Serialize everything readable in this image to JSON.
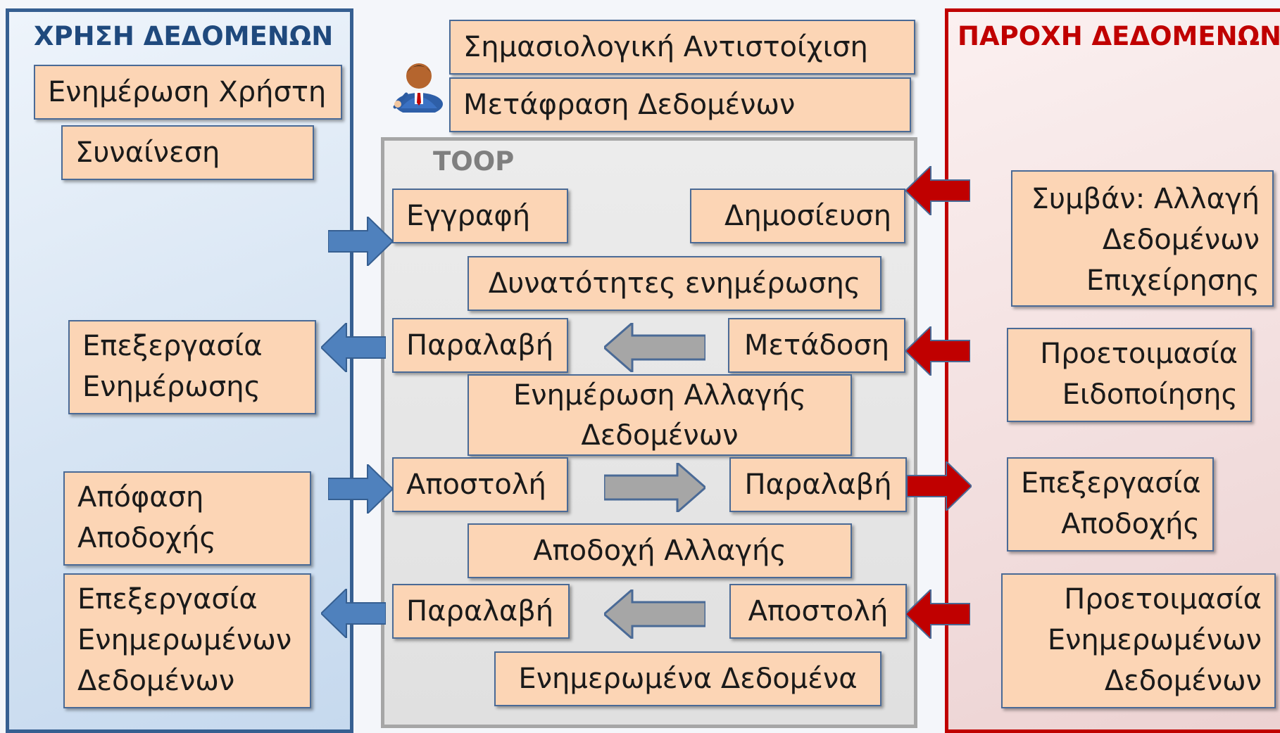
{
  "left_panel": {
    "title": "ΧΡΗΣΗ ΔΕΔΟΜΕΝΩΝ",
    "user_update": "Ενημέρωση Χρήστη",
    "consent": "Συναίνεση",
    "process_update": [
      "Επεξεργασία",
      "Ενημέρωσης"
    ],
    "acceptance_decision": [
      "Απόφαση",
      "Αποδοχής"
    ],
    "process_updated_data": [
      "Επεξεργασία",
      "Ενημερωμένων",
      "Δεδομένων"
    ]
  },
  "top": {
    "semantic_mapping": "Σημασιολογική Αντιστοίχιση",
    "data_translation": "Μετάφραση Δεδομένων"
  },
  "middle_panel": {
    "title": "TOOP",
    "registration": "Εγγραφή",
    "publication": "Δημοσίευση",
    "update_capabilities": "Δυνατότητες ενημέρωσης",
    "receive_1": "Παραλαβή",
    "transmission": "Μετάδοση",
    "data_change_update": [
      "Ενημέρωση Αλλαγής",
      "Δεδομένων"
    ],
    "send_1": "Αποστολή",
    "receive_2": "Παραλαβή",
    "change_acceptance": "Αποδοχή Αλλαγής",
    "receive_3": "Παραλαβή",
    "send_2": "Αποστολή",
    "updated_data": "Ενημερωμένα Δεδομένα"
  },
  "right_panel": {
    "title": "ΠΑΡΟΧΗ ΔΕΔΟΜΕΝΩΝ",
    "event_change": [
      "Συμβάν: Αλλαγή",
      "Δεδομένων",
      "Επιχείρησης"
    ],
    "notification_prep": [
      "Προετοιμασία",
      "Ειδοποίησης"
    ],
    "acceptance_processing": [
      "Επεξεργασία",
      "Αποδοχής"
    ],
    "updated_data_prep": [
      "Προετοιμασία",
      "Ενημερωμένων",
      "Δεδομένων"
    ]
  },
  "colors": {
    "box_fill": "#fcd5b5",
    "box_border": "#4a6a96",
    "left_accent": "#365f91",
    "right_accent": "#c00000",
    "blue_arrow": "#4f81bd",
    "red_arrow": "#c00000",
    "gray_arrow": "#a6a6a6"
  },
  "icons": {
    "person": "user-with-pen-icon"
  }
}
